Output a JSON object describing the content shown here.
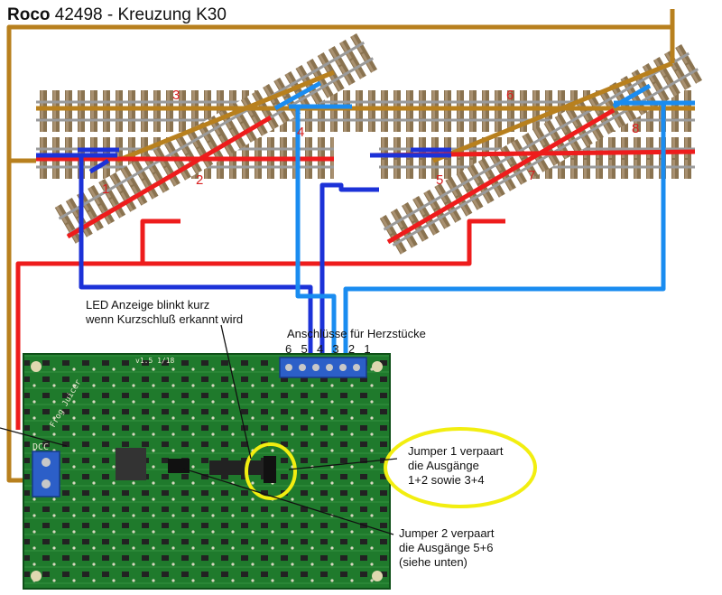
{
  "title": {
    "brand": "Roco",
    "rest": " 42498 - Kreuzung K30"
  },
  "switch_numbers": [
    "1",
    "2",
    "3",
    "4",
    "5",
    "6",
    "7",
    "8"
  ],
  "annotations": {
    "led_line1": "LED Anzeige blinkt kurz",
    "led_line2": "wenn Kurzschluß erkannt wird",
    "terminal_title": "Anschlüsse für Herzstücke",
    "terminal_pins": [
      "6",
      "5",
      "4",
      "3",
      "2",
      "1"
    ],
    "jumper1_line1": "Jumper 1 verpaart",
    "jumper1_line2": "die Ausgänge",
    "jumper1_line3": "1+2 sowie 3+4",
    "jumper2_line1": "Jumper 2 verpaart",
    "jumper2_line2": "die Ausgänge 5+6",
    "jumper2_line3": "(siehe unten)"
  },
  "board_labels": {
    "dcc": "DCC",
    "board_name": "Frog Juicer",
    "version": "v1.5 1/18"
  },
  "colors": {
    "feeder_brown": "#b8801e",
    "frog_red": "#ee1c1c",
    "frog_blue_dark": "#1c32d8",
    "frog_blue_light": "#1a8cf0",
    "pcb_green": "#1f7a2c",
    "highlight_yellow": "#f2ee10"
  }
}
